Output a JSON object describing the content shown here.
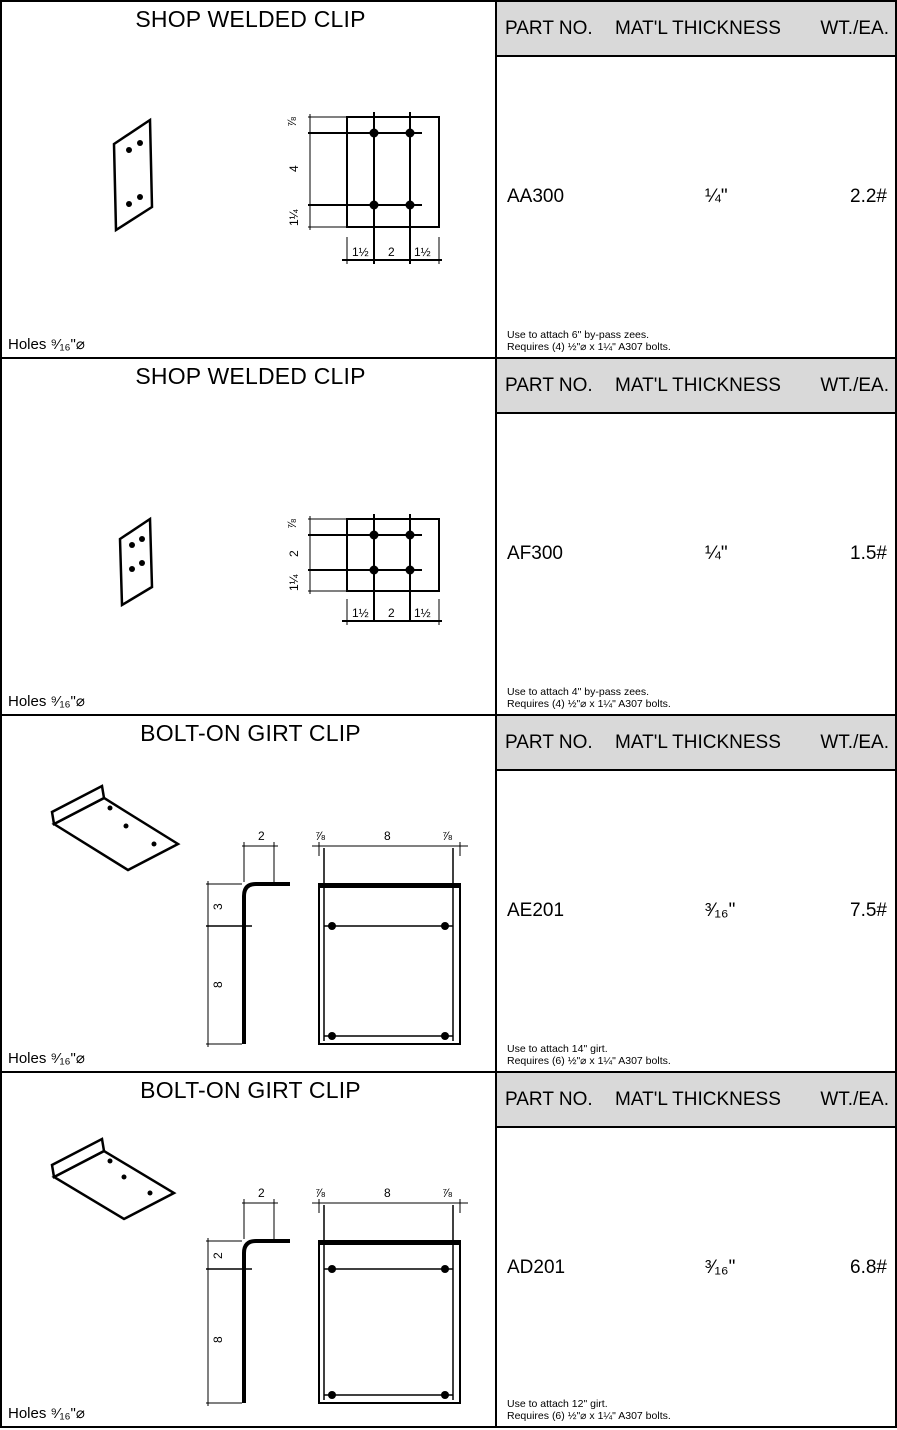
{
  "header": {
    "part_no": "PART NO.",
    "thickness": "MAT'L THICKNESS",
    "weight": "WT./EA."
  },
  "rows": [
    {
      "title": "SHOP WELDED CLIP",
      "holes": "Holes ⁹⁄₁₆\"⌀",
      "part_no": "AA300",
      "thickness": "¼\"",
      "weight": "2.2#",
      "note1": "Use to attach 6\" by-pass zees.",
      "note2": "Requires (4) ½\"⌀ x 1¼\" A307 bolts.",
      "dims": {
        "top": "⅞",
        "mid": "4",
        "bot": "1¼",
        "w1": "1½",
        "w2": "2",
        "w3": "1½"
      }
    },
    {
      "title": "SHOP WELDED CLIP",
      "holes": "Holes ⁹⁄₁₆\"⌀",
      "part_no": "AF300",
      "thickness": "¼\"",
      "weight": "1.5#",
      "note1": "Use to attach 4\" by-pass zees.",
      "note2": "Requires (4) ½\"⌀ x 1¼\" A307 bolts.",
      "dims": {
        "top": "⅞",
        "mid": "2",
        "bot": "1¼",
        "w1": "1½",
        "w2": "2",
        "w3": "1½"
      }
    },
    {
      "title": "BOLT-ON GIRT CLIP",
      "holes": "Holes ⁹⁄₁₆\"⌀",
      "part_no": "AE201",
      "thickness": "³⁄₁₆\"",
      "weight": "7.5#",
      "note1": "Use to attach 14\" girt.",
      "note2": "Requires (6) ½\"⌀ x 1¼\" A307 bolts.",
      "dims": {
        "flange": "2",
        "edge_l": "⅞",
        "span": "8",
        "edge_r": "⅞",
        "v_top": "3",
        "v_bot": "8"
      }
    },
    {
      "title": "BOLT-ON GIRT CLIP",
      "holes": "Holes ⁹⁄₁₆\"⌀",
      "part_no": "AD201",
      "thickness": "³⁄₁₆\"",
      "weight": "6.8#",
      "note1": "Use to attach 12\" girt.",
      "note2": "Requires (6) ½\"⌀ x 1¼\" A307 bolts.",
      "dims": {
        "flange": "2",
        "edge_l": "⅞",
        "span": "8",
        "edge_r": "⅞",
        "v_top": "2",
        "v_bot": "8"
      }
    }
  ]
}
